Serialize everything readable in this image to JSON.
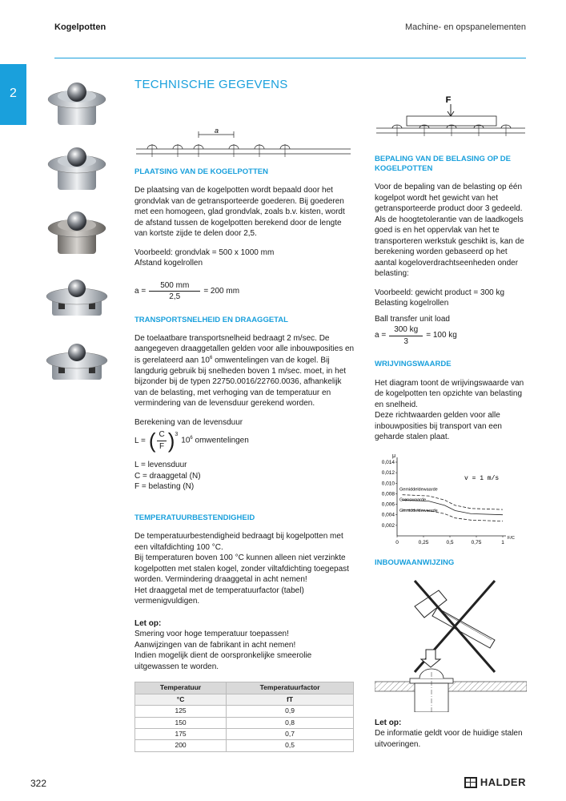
{
  "header": {
    "left": "Kogelpotten",
    "right": "Machine- en opspanelementen"
  },
  "chapter_tab": "2",
  "title": "TECHNISCHE GEGEVENS",
  "diagrams": {
    "spacing_label": "a",
    "force_label": "F"
  },
  "placement": {
    "heading": "PLAATSING VAN DE KOGELPOTTEN",
    "text": "De plaatsing van de kogelpotten wordt bepaald door het grondvlak van de getransporteerde goederen. Bij goederen met een homogeen, glad grondvlak, zoals b.v. kisten, wordt de afstand tussen de kogelpotten berekend door de lengte van kortste zijde te delen door 2,5.",
    "example1": "Voorbeeld: grondvlak = 500 x 1000 mm",
    "example2": "Afstand kogelrollen",
    "formula_lhs": "a =",
    "formula_num": "500 mm",
    "formula_den": "2,5",
    "formula_rhs": "= 200 mm"
  },
  "speed": {
    "heading": "TRANSPORTSNELHEID EN DRAAGGETAL",
    "text_a": "De toelaatbare transportsnelheid bedraagt 2 m/sec. De aangegeven draaggetallen gelden voor alle inbouwposities en is gerelateerd aan 10",
    "text_exp": "6",
    "text_b": " omwentelingen van de kogel. Bij langdurig gebruik bij snelheden boven 1 m/sec. moet, in het bijzonder bij de typen 22750.0016/22760.0036, afhankelijk van de belasting, met verhoging van de temperatuur en vermindering van de levensduur gerekend worden.",
    "calc_title": "Berekening van de levensduur",
    "formula_lhs": "L =",
    "formula_num": "C",
    "formula_den": "F",
    "formula_pow": "3",
    "formula_rhs_base": "10",
    "formula_rhs_exp": "6",
    "formula_rhs_text": " omwentelingen",
    "legend": [
      "L = levensduur",
      "C = draaggetal (N)",
      "F = belasting (N)"
    ]
  },
  "temperature": {
    "heading": "TEMPERATUURBESTENDIGHEID",
    "text1": "De temperatuurbestendigheid bedraagt bij kogelpotten met een viltafdichting 100 °C.",
    "text2": "Bij temperaturen boven 100 °C kunnen alleen niet verzinkte kogelpotten met stalen kogel, zonder viltafdichting toegepast worden. Vermindering draaggetal in acht nemen!",
    "text3": "Het draaggetal met de temperatuurfactor (tabel) vermenigvuldigen.",
    "note_title": "Let op:",
    "note_lines": [
      "Smering voor hoge temperatuur toepassen!",
      "Aanwijzingen van de fabrikant in acht nemen!",
      "Indien mogelijk dient de oorspronkelijke smeerolie uitgewassen te worden."
    ],
    "table": {
      "headers": [
        "Temperatuur",
        "Temperatuurfactor"
      ],
      "units": [
        "°C",
        "fT"
      ],
      "rows": [
        [
          "125",
          "0,9"
        ],
        [
          "150",
          "0,8"
        ],
        [
          "175",
          "0,7"
        ],
        [
          "200",
          "0,5"
        ]
      ]
    }
  },
  "load": {
    "heading": "BEPALING VAN DE BELASING OP DE KOGELPOTTEN",
    "text": "Voor de bepaling van de belasting op één kogelpot wordt het gewicht van het getransporteerde product door 3 gedeeld. Als de hoogtetolerantie van de laadkogels goed is en het oppervlak van het te transporteren werkstuk geschikt is, kan de berekening worden gebaseerd op het aantal kogeloverdrachtseenheden onder belasting:",
    "example1": "Voorbeeld: gewicht product = 300 kg",
    "example2": "Belasting kogelrollen",
    "example3": "Ball transfer unit load",
    "formula_lhs": "a =",
    "formula_num": "300 kg",
    "formula_den": "3",
    "formula_rhs": "= 100 kg"
  },
  "friction": {
    "heading": "WRIJVINGSWAARDE",
    "text1": "Het diagram toont de wrijvingswaarde van de kogelpotten ten opzichte van belasting en snelheid.",
    "text2": "Deze richtwaarden gelden voor alle inbouwposities bij transport van een geharde stalen plaat."
  },
  "chart_data": {
    "type": "line",
    "ylabel": "μ",
    "xlabel": "F/C",
    "annotation": "v = 1 m/s",
    "xlim": [
      0,
      1
    ],
    "ylim": [
      0,
      0.014
    ],
    "x_ticks": [
      "0",
      "0,25",
      "0,5",
      "0,75",
      "1"
    ],
    "y_ticks": [
      "0,002",
      "0,004",
      "0,006",
      "0,008",
      "0,010",
      "0,012",
      "0,014"
    ],
    "series": [
      {
        "name": "Gemiddeldewaarde",
        "style": "solid",
        "x": [
          0.05,
          0.3,
          0.45,
          0.55,
          0.7,
          1.0
        ],
        "y": [
          0.0068,
          0.0066,
          0.0058,
          0.0048,
          0.0042,
          0.004
        ]
      },
      {
        "name": "Grenswaarde",
        "style": "dashed",
        "x": [
          0.05,
          0.3,
          0.45,
          0.55,
          0.7,
          1.0
        ],
        "y": [
          0.0078,
          0.0076,
          0.0068,
          0.0058,
          0.0052,
          0.005
        ]
      },
      {
        "name": "Grenswaarde",
        "style": "dashed",
        "x": [
          0.05,
          0.3,
          0.45,
          0.55,
          0.7,
          1.0
        ],
        "y": [
          0.005,
          0.0048,
          0.0042,
          0.0034,
          0.003,
          0.0028
        ]
      }
    ]
  },
  "installation": {
    "heading": "INBOUWAANWIJZING",
    "note_title": "Let op:",
    "note_text": "De informatie geldt voor de huidige stalen uitvoeringen."
  },
  "footer": {
    "page": "322",
    "brand": "HALDER"
  },
  "colors": {
    "accent": "#1aa0dc"
  }
}
